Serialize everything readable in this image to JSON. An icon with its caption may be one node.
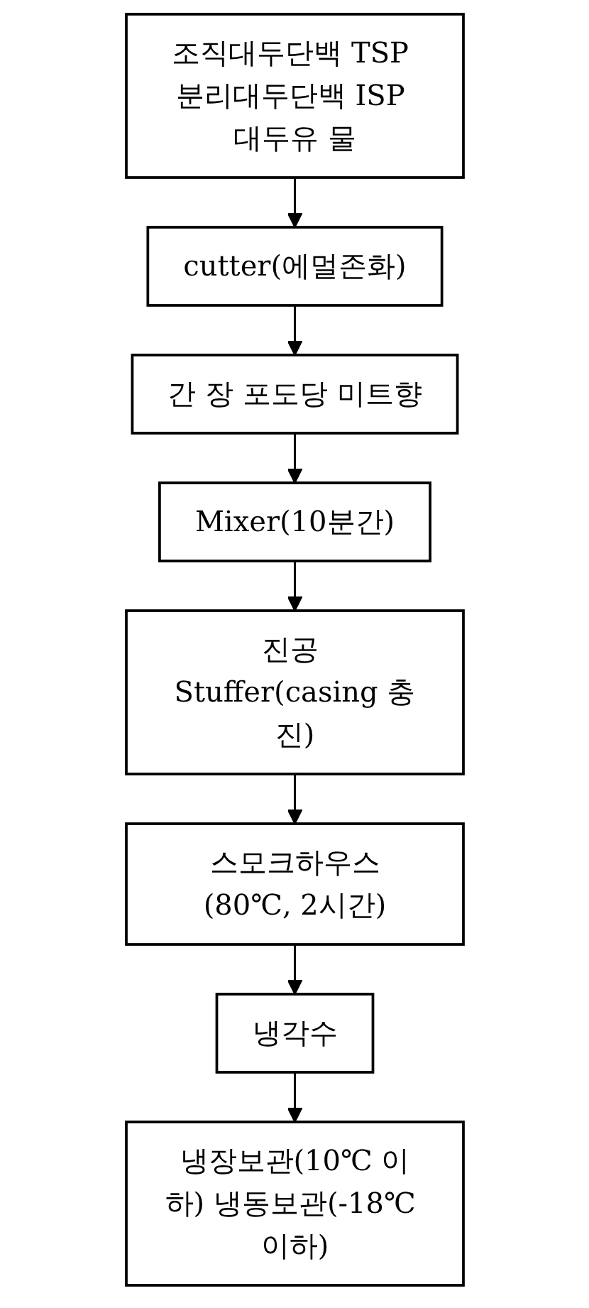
{
  "diagram": {
    "nodes": [
      {
        "text": [
          "조직대두단백 TSP 분리대두단백 ISP 대두유 물"
        ]
      },
      {
        "text": [
          "cutter(에멀존화)"
        ]
      },
      {
        "text": [
          "간 장 포도당 미트향"
        ]
      },
      {
        "text": [
          "Mixer(10분간)"
        ]
      },
      {
        "text": [
          "진공 Stuffer(casing 충진)"
        ]
      },
      {
        "text": [
          "스모크하우스(80℃, 2시간)"
        ]
      },
      {
        "text": [
          "냉각수"
        ]
      },
      {
        "text": [
          "냉장보관(10℃ 이하) 냉동보관(-18℃ 이하)"
        ]
      }
    ],
    "edges": [
      {
        "from": 0,
        "to": 1,
        "arrow": "to"
      },
      {
        "from": 1,
        "to": 2,
        "arrow": "to"
      },
      {
        "from": 2,
        "to": 3,
        "arrow": "to"
      },
      {
        "from": 3,
        "to": 4,
        "arrow": "to"
      },
      {
        "from": 4,
        "to": 5,
        "arrow": "to"
      },
      {
        "from": 5,
        "to": 6,
        "arrow": "to"
      },
      {
        "from": 6,
        "to": 7,
        "arrow": "to"
      }
    ]
  }
}
